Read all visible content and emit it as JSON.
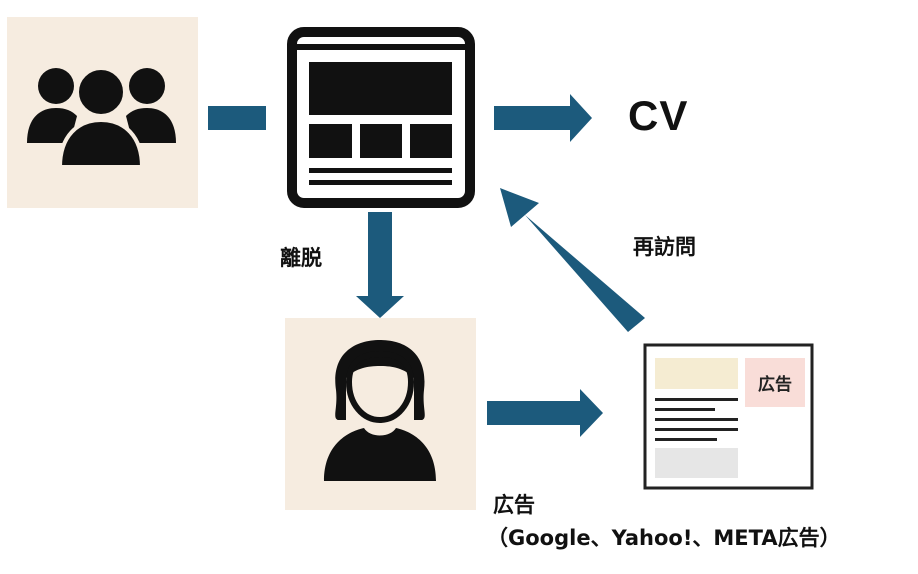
{
  "labels": {
    "cv": "CV",
    "exit": "離脱",
    "revisit": "再訪問",
    "ads": "広告",
    "ads_detail": "（Google、Yahoo!、META広告）",
    "ad_tag": "広告"
  },
  "icons": {
    "users": "users-group-icon",
    "website": "webpage-icon",
    "woman": "woman-user-icon",
    "ad_page": "ad-webpage-icon"
  },
  "colors": {
    "arrow": "#1c5a7c",
    "panel": "#f6ece0",
    "icon": "#111111",
    "ad_tag_bg": "#f9ddd8",
    "ad_banner": "#f5ecd2",
    "ad_block": "#e6e6e6"
  }
}
